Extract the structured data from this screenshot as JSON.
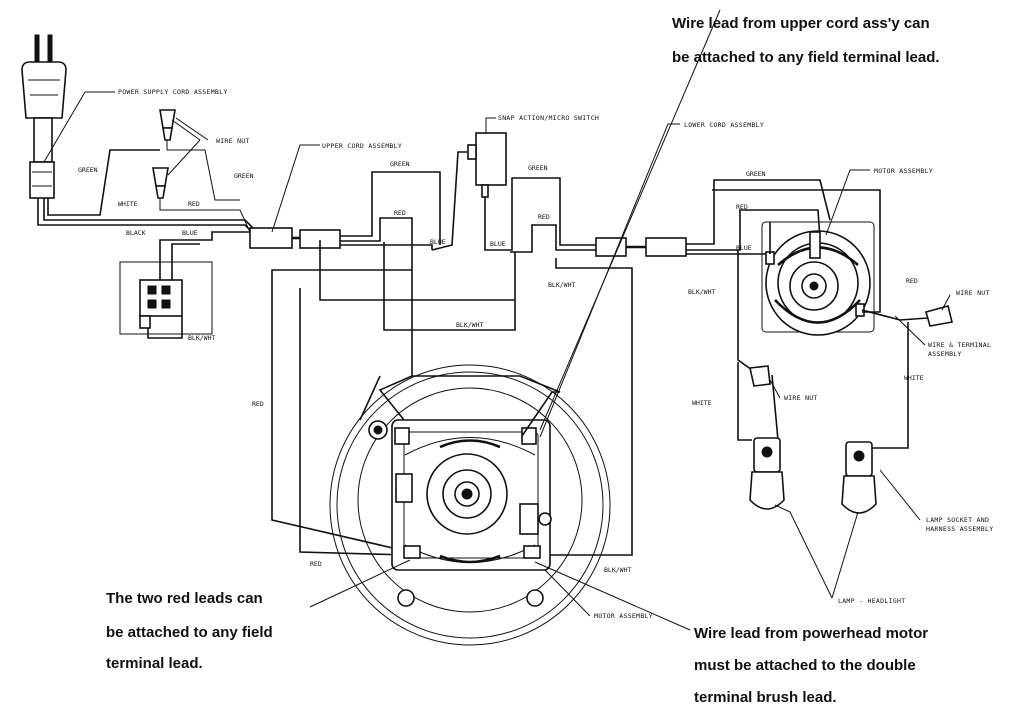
{
  "notes": {
    "upper_cord_line1": "Wire lead from upper cord ass'y can",
    "upper_cord_line2": "be attached to any field terminal lead.",
    "red_leads_line1": "The two red leads can",
    "red_leads_line2": "be attached to any field",
    "red_leads_line3": "terminal lead.",
    "powerhead_line1": "Wire lead from powerhead motor",
    "powerhead_line2": "must be attached to the double",
    "powerhead_line3": "terminal brush lead."
  },
  "callouts": {
    "power_supply_cord": "POWER SUPPLY CORD ASSEMBLY",
    "wire_nut_top": "WIRE NUT",
    "upper_cord": "UPPER CORD ASSEMBLY",
    "snap_action_switch": "SNAP ACTION/MICRO SWITCH",
    "lower_cord": "LOWER CORD ASSEMBLY",
    "motor_assembly_right": "MOTOR ASSEMBLY",
    "wire_nut_right": "WIRE NUT",
    "wire_terminal_line1": "WIRE & TERMINAL",
    "wire_terminal_line2": "ASSEMBLY",
    "wire_nut_mid": "WIRE NUT",
    "lamp_socket_line1": "LAMP SOCKET AND",
    "lamp_socket_line2": "HARNESS ASSEMBLY",
    "lamp_headlight": "LAMP - HEADLIGHT",
    "motor_assembly_bottom": "MOTOR ASSEMBLY"
  },
  "wire_labels": {
    "green": "GREEN",
    "white": "WHITE",
    "red": "RED",
    "black": "BLACK",
    "blue": "BLUE",
    "blk_wht": "BLK/WHT",
    "green_short": "GREEN"
  }
}
